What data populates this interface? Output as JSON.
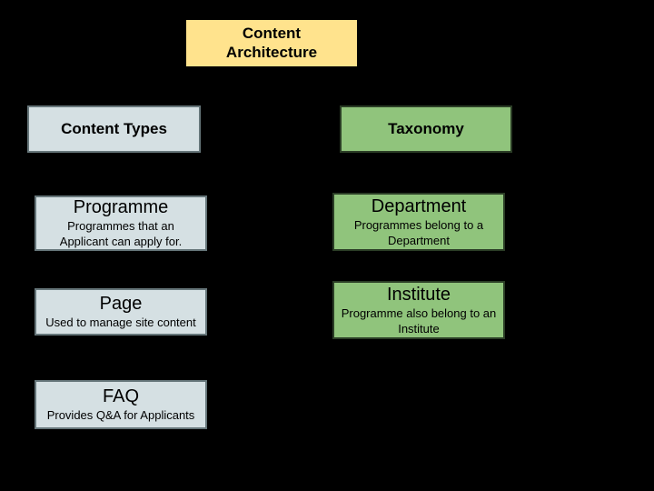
{
  "colors": {
    "background": "#000000",
    "header_yellow_fill": "#ffe38d",
    "content_types_fill": "#d5e0e3",
    "taxonomy_fill": "#90c47c",
    "text": "#000000"
  },
  "diagram": {
    "nodes": {
      "content_architecture": {
        "title": "Content\nArchitecture"
      },
      "content_types": {
        "title": "Content Types"
      },
      "taxonomy": {
        "title": "Taxonomy"
      },
      "programme": {
        "title": "Programme",
        "description": "Programmes that an\nApplicant can apply for."
      },
      "page": {
        "title": "Page",
        "description": "Used to manage site content"
      },
      "faq": {
        "title": "FAQ",
        "description": "Provides Q&A for Applicants"
      },
      "department": {
        "title": "Department",
        "description": "Programmes belong to a\nDepartment"
      },
      "institute": {
        "title": "Institute",
        "description": "Programme also belong to an\nInstitute"
      }
    }
  }
}
